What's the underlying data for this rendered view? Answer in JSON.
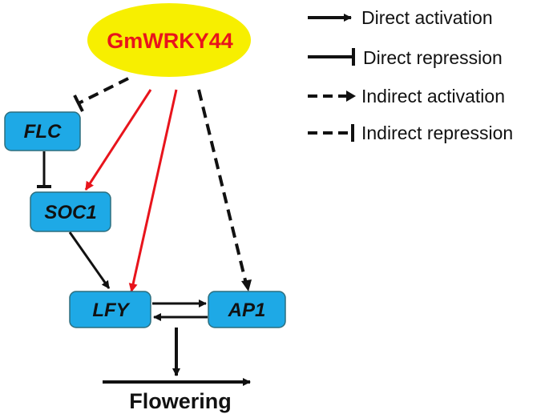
{
  "root": {
    "label": "GmWRKY44",
    "fill": "#f7ef00",
    "text_color": "#e8141c"
  },
  "nodes": {
    "flc": "FLC",
    "soc1": "SOC1",
    "lfy": "LFY",
    "ap1": "AP1"
  },
  "node_style": {
    "fill": "#1ea9e6",
    "stroke": "#2c6e7e"
  },
  "output": {
    "label": "Flowering"
  },
  "legend": [
    {
      "label": "Direct activation",
      "style": "solid",
      "head": "arrow"
    },
    {
      "label": "Direct repression",
      "style": "solid",
      "head": "bar"
    },
    {
      "label": "Indirect activation",
      "style": "dashed",
      "head": "arrow"
    },
    {
      "label": "Indirect repression",
      "style": "dashed",
      "head": "bar"
    }
  ],
  "edges": [
    {
      "from": "GmWRKY44",
      "to": "FLC",
      "type": "indirect repression",
      "color": "#111111"
    },
    {
      "from": "GmWRKY44",
      "to": "SOC1",
      "type": "direct activation",
      "color": "#e8141c"
    },
    {
      "from": "GmWRKY44",
      "to": "LFY",
      "type": "direct activation",
      "color": "#e8141c"
    },
    {
      "from": "GmWRKY44",
      "to": "AP1",
      "type": "indirect activation",
      "color": "#111111"
    },
    {
      "from": "FLC",
      "to": "SOC1",
      "type": "direct repression",
      "color": "#111111"
    },
    {
      "from": "SOC1",
      "to": "LFY",
      "type": "direct activation",
      "color": "#111111"
    },
    {
      "from": "LFY",
      "to": "AP1",
      "type": "direct activation",
      "color": "#111111"
    },
    {
      "from": "AP1",
      "to": "LFY",
      "type": "direct activation",
      "color": "#111111"
    },
    {
      "from": "LFY",
      "to": "Flowering",
      "type": "direct activation",
      "color": "#111111"
    }
  ],
  "colors": {
    "line": "#111111",
    "red": "#e8141c"
  }
}
